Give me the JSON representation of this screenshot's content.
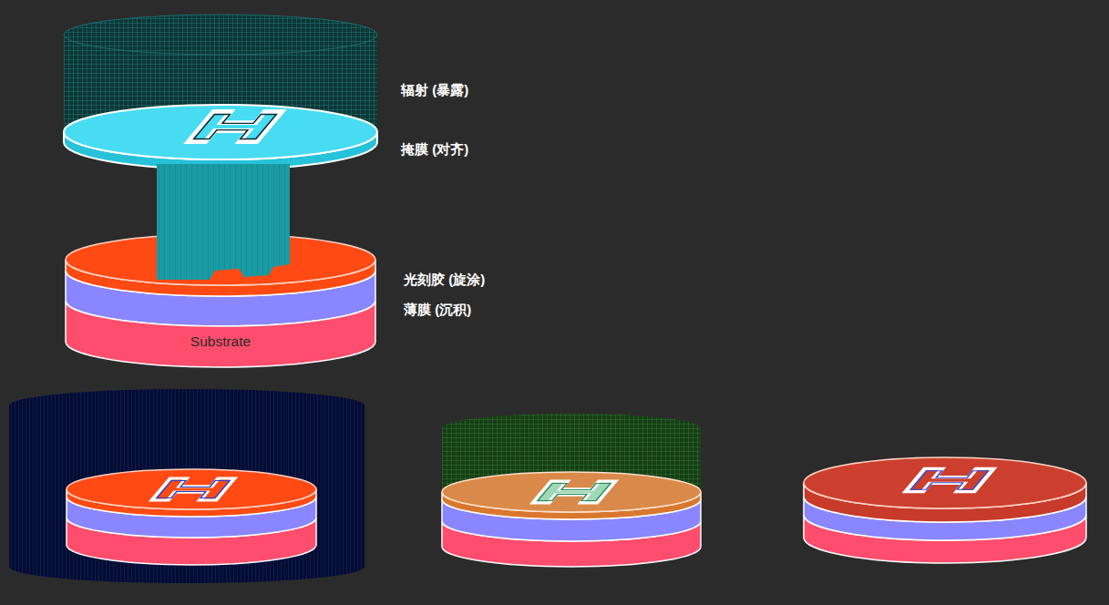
{
  "diagram": {
    "nodes": [
      {
        "text": [
          "Substrate"
        ]
      }
    ],
    "labels": [
      "辐射 (暴露)",
      "掩膜 (对齐)",
      "光刻胶 (旋涂)",
      "薄膜 (沉积)"
    ]
  }
}
